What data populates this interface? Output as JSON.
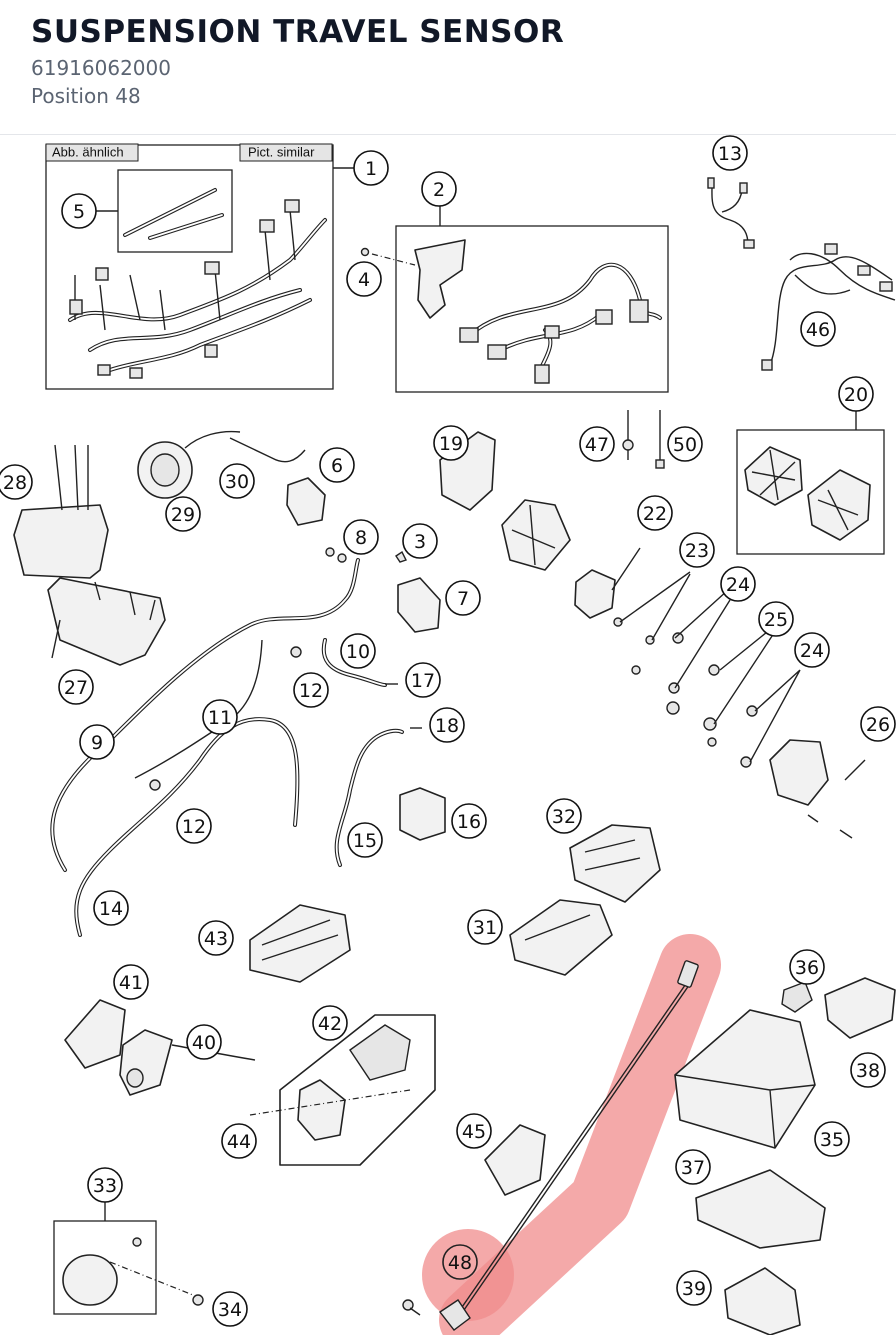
{
  "header": {
    "title": "SUSPENSION TRAVEL SENSOR",
    "part_number": "61916062000",
    "position": "Position 48"
  },
  "diagram": {
    "tag_left": "Abb. ähnlich",
    "tag_right": "Pict. similar",
    "highlight_color": "#f08c8c",
    "highlighted_position": "48",
    "positions": [
      "1",
      "2",
      "3",
      "4",
      "5",
      "6",
      "7",
      "8",
      "9",
      "10",
      "11",
      "12",
      "12",
      "13",
      "14",
      "15",
      "16",
      "17",
      "18",
      "19",
      "20",
      "22",
      "23",
      "24",
      "24",
      "25",
      "26",
      "27",
      "28",
      "29",
      "30",
      "31",
      "32",
      "33",
      "34",
      "35",
      "36",
      "37",
      "38",
      "39",
      "40",
      "41",
      "42",
      "43",
      "44",
      "45",
      "46",
      "47",
      "48",
      "50"
    ]
  }
}
